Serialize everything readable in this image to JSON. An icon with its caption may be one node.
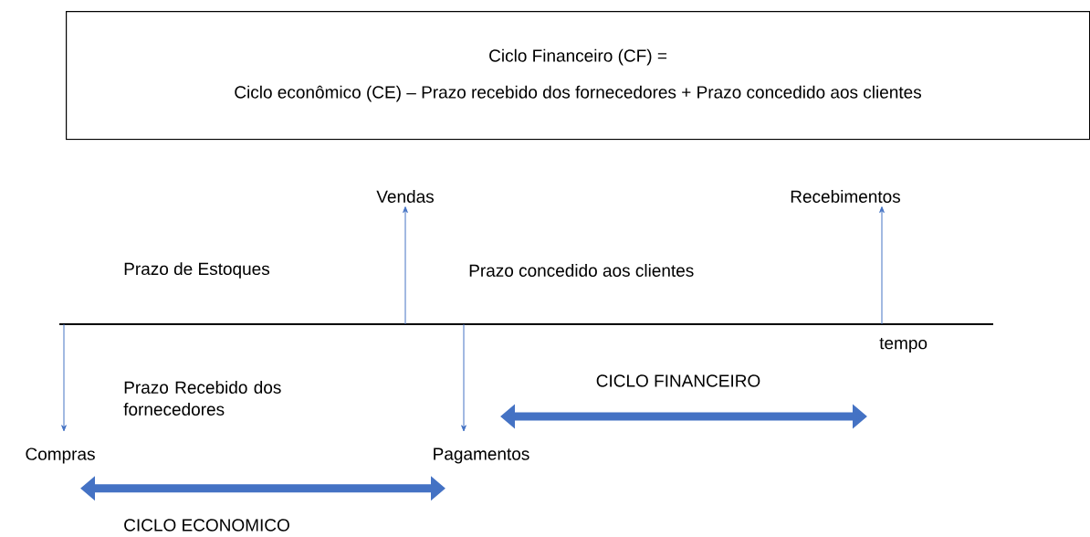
{
  "diagram": {
    "nodes": [
      {
        "text": [
          "Ciclo Financeiro (CF) =",
          "Ciclo econômico (CE) – Prazo recebido dos fornecedores + Prazo concedido aos clientes"
        ]
      },
      {
        "text": [
          "Vendas"
        ]
      },
      {
        "text": [
          "Recebimentos"
        ]
      },
      {
        "text": [
          "Compras"
        ]
      },
      {
        "text": [
          "Pagamentos"
        ]
      }
    ],
    "edges": [
      {
        "from": null,
        "to": 1,
        "arrow": "to"
      },
      {
        "from": null,
        "to": 2,
        "arrow": "to"
      },
      {
        "from": null,
        "to": 3,
        "arrow": "to"
      },
      {
        "from": null,
        "to": 4,
        "arrow": "to"
      },
      {
        "from": 3,
        "to": 4,
        "arrow": "both",
        "style": "thick"
      }
    ],
    "labels": [
      "Prazo de Estoques",
      "Prazo concedido aos clientes",
      "tempo",
      "Prazo Recebido dos fornecedores",
      "CICLO FINANCEIRO",
      "CICLO ECONOMICO"
    ]
  }
}
